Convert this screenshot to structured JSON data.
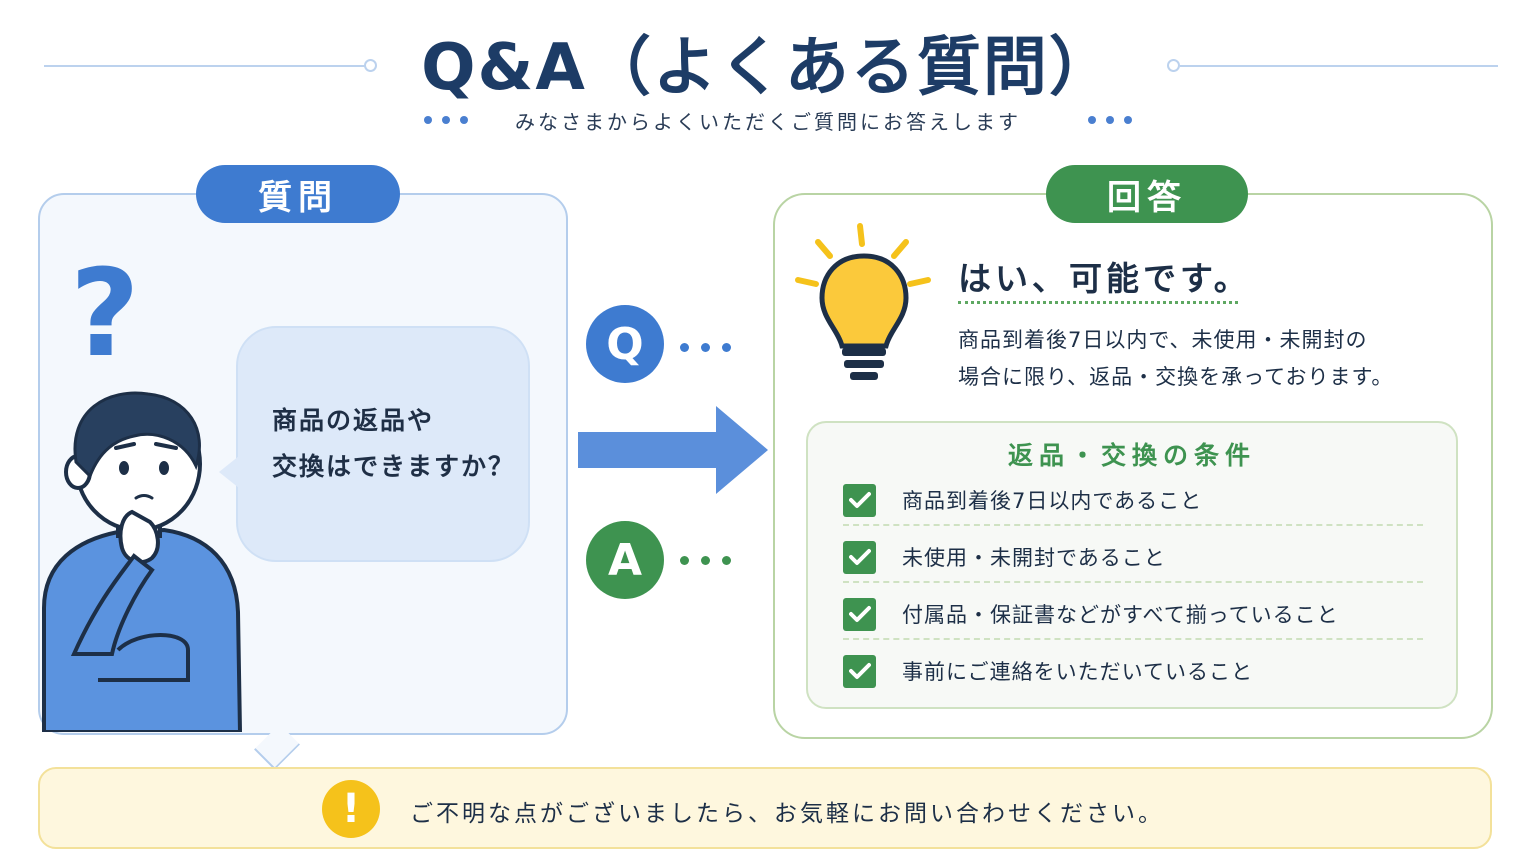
{
  "header": {
    "title": "Q&A（よくある質問）",
    "subtitle": "みなさまからよくいただくご質問にお答えします"
  },
  "question": {
    "tab_label": "質問",
    "text_line1": "商品の返品や",
    "text_line2": "交換はできますか？"
  },
  "middle": {
    "q_badge": "Q",
    "a_badge": "A"
  },
  "answer": {
    "tab_label": "回答",
    "headline": "はい、可能です。",
    "body_line1": "商品到着後7日以内で、未使用・未開封の",
    "body_line2": "場合に限り、返品・交換を承っております。"
  },
  "conditions": {
    "title": "返品・交換の条件",
    "items": [
      "商品到着後7日以内であること",
      "未使用・未開封であること",
      "付属品・保証書などがすべて揃っていること",
      "事前にご連絡をいただいていること"
    ]
  },
  "footer": {
    "icon": "!",
    "text": "ご不明な点がございましたら、お気軽にお問い合わせください。"
  },
  "colors": {
    "question_blue": "#3e7bd0",
    "answer_green": "#3e9350",
    "title_navy": "#1d3c66",
    "warning_yellow": "#f5c21b"
  },
  "icons": {
    "question": "question-mark-icon",
    "person": "thinking-person-icon",
    "arrow": "arrow-right-icon",
    "bulb": "lightbulb-icon",
    "check": "checkmark-icon",
    "warning": "exclamation-icon"
  }
}
